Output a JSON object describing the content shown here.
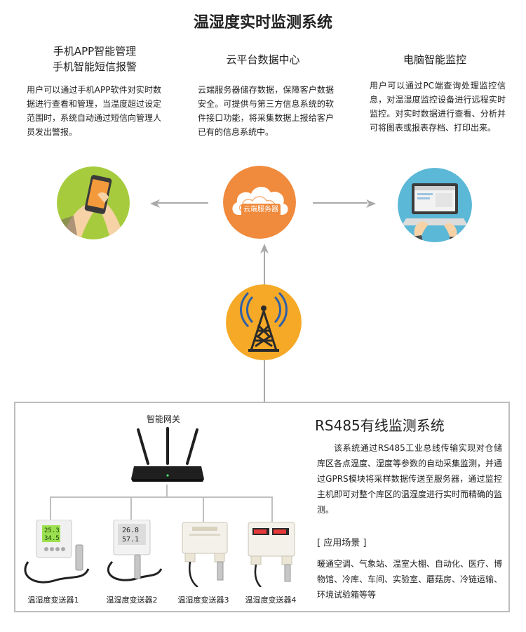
{
  "title": "温湿度实时监测系统",
  "mobile": {
    "title_line1": "手机APP智能管理",
    "title_line2": "手机智能短信报警",
    "text": "用户可以通过手机APP软件对实时数据进行查看和管理，当温度超过设定范围时，系统自动通过短信向管理人员发出警报。"
  },
  "cloud": {
    "title": "云平台数据中心",
    "text": "云端服务器储存数据，保障客户数据安全。可提供与第三方信息系统的软件接口功能，将采集数据上报给客户已有的信息系统中。",
    "badge": "云端服务器"
  },
  "pc": {
    "title": "电脑智能监控",
    "text": "用户可以通过PC端查询处理监控信息，对温湿度监控设备进行远程实时监控。对实时数据进行查看、分析并可将图表或报表存档、打印出来。"
  },
  "gateway": {
    "label": "智能网关"
  },
  "rs485": {
    "title": "RS485有线监测系统",
    "text": "该系统通过RS485工业总线传输实现对仓储库区各点温度、湿度等参数的自动采集监测，并通过GPRS模块将采样数据传送至服务器，通过监控主机即可对整个库区的温湿度进行实时而精确的监测。",
    "app_heading": "[ 应用场景 ]",
    "app_text": "暖通空调、气象站、温室大棚、自动化、医疗、博物馆、冷库、车间、实验室、蘑菇房、冷链运输、环境试验箱等等"
  },
  "devices": [
    {
      "label": "温湿度变送器1",
      "reading1": "25.3",
      "reading2": "34.5"
    },
    {
      "label": "温湿度变送器2",
      "reading1": "26.8",
      "reading2": "57.1"
    },
    {
      "label": "温湿度变送器3"
    },
    {
      "label": "温湿度变送器4"
    }
  ],
  "colors": {
    "green_circle": "#a6cc3e",
    "orange": "#f08a3c",
    "yellow_circle": "#f5a927",
    "blue_circle": "#5bb8d7",
    "line_gray": "#bfbfbf"
  }
}
